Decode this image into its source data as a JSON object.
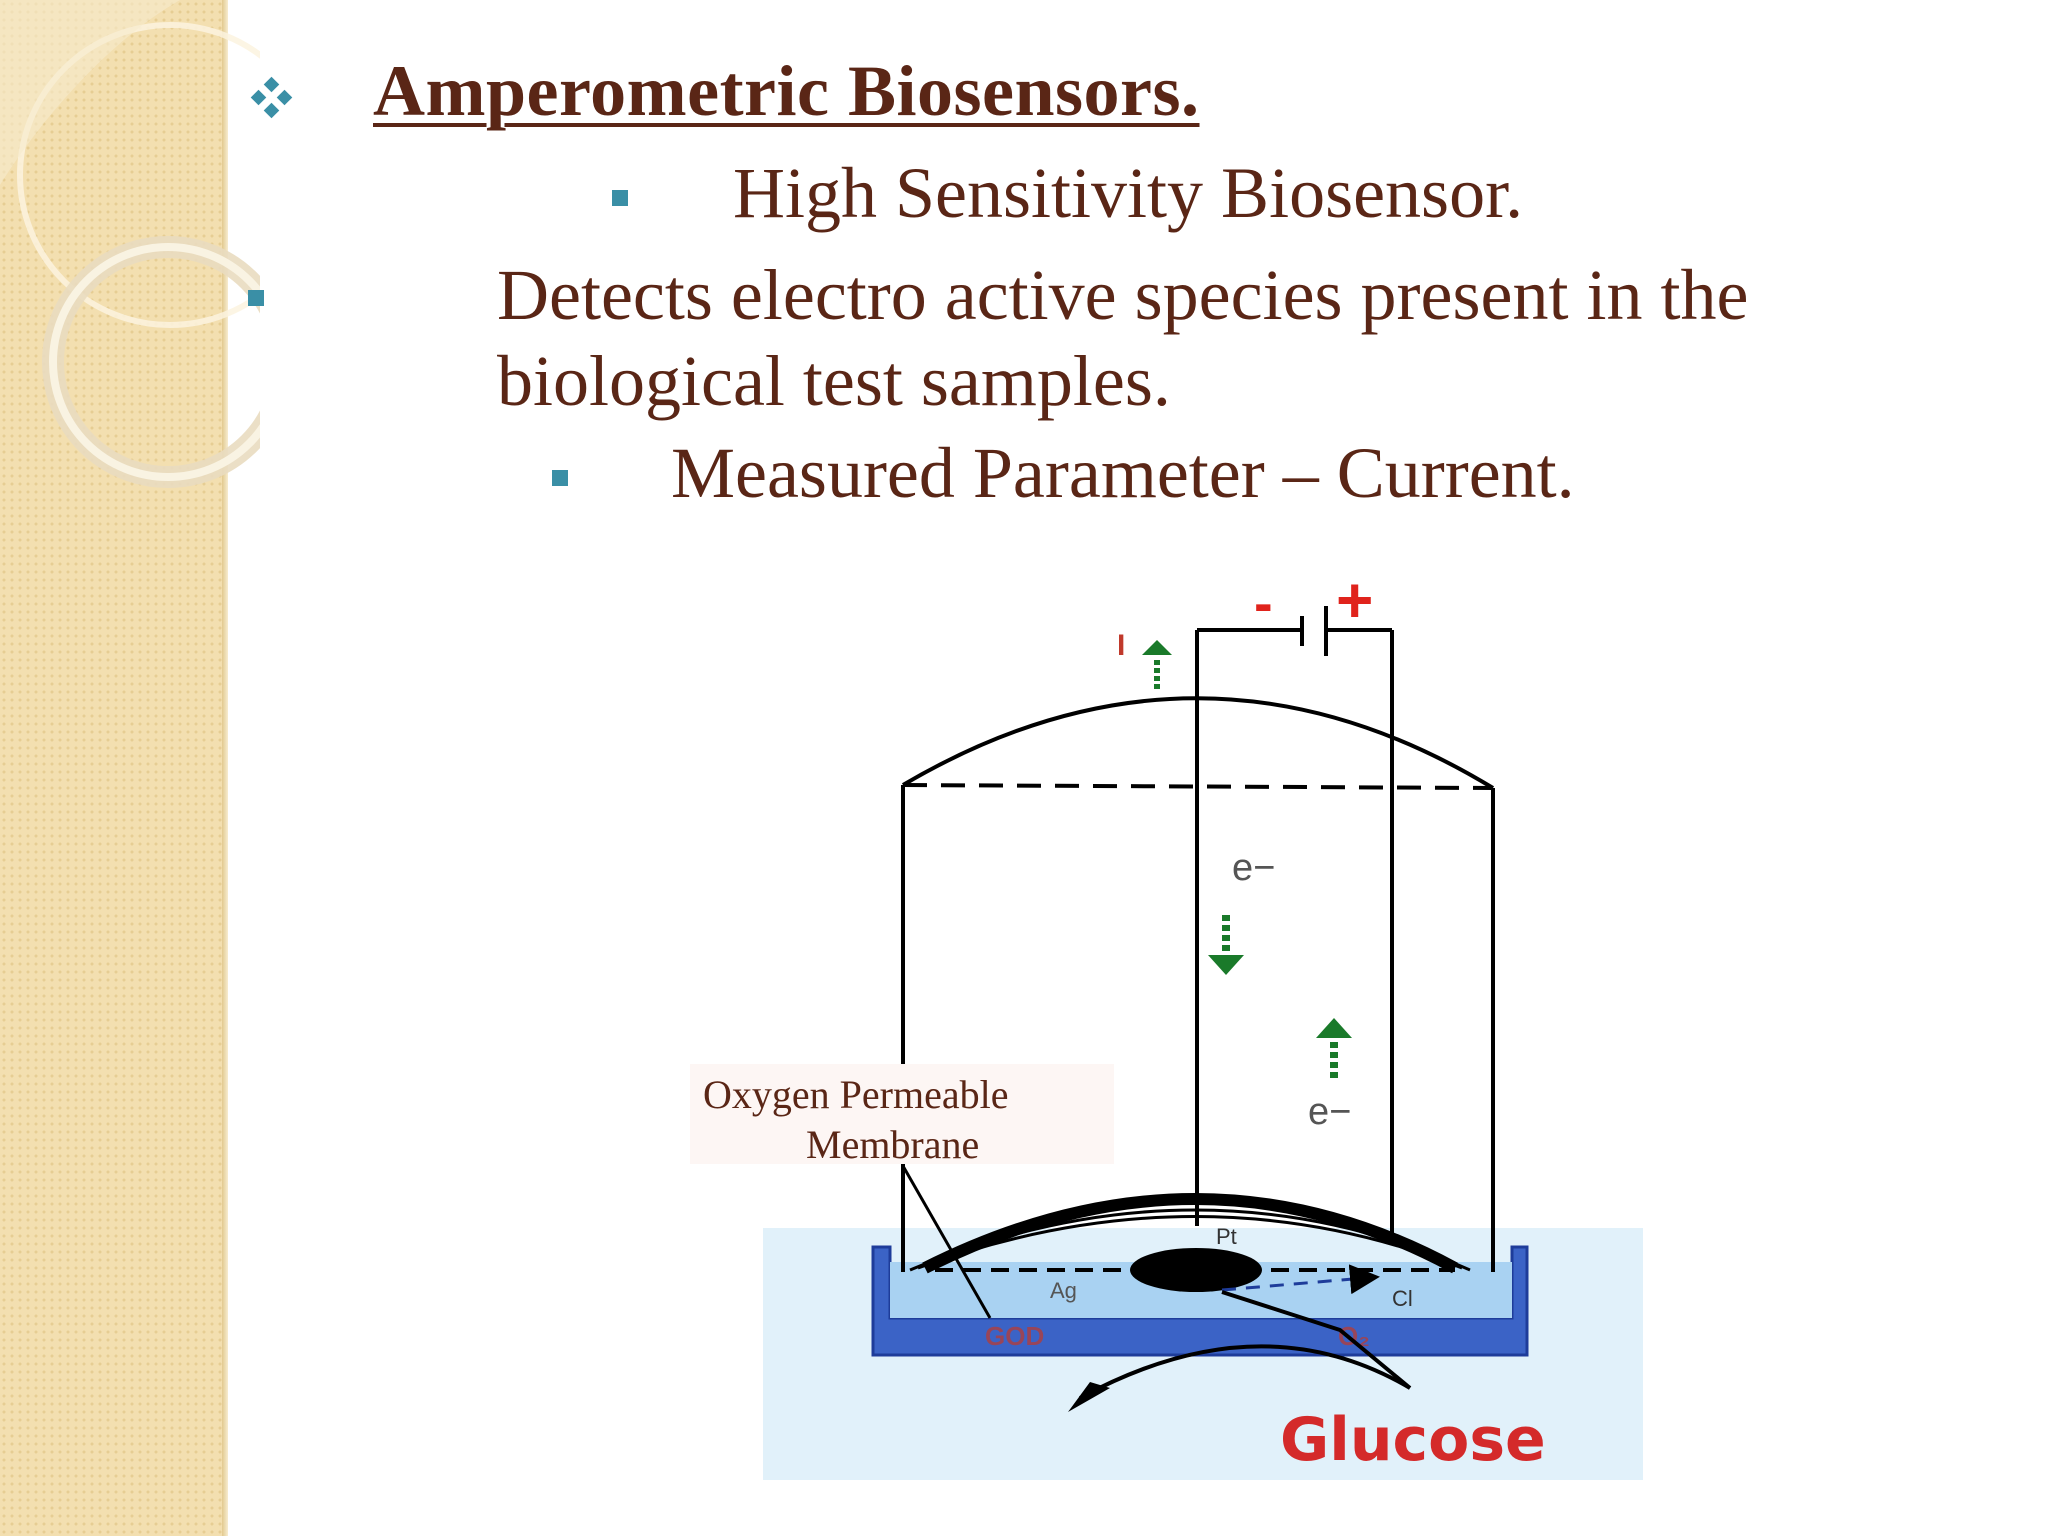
{
  "slide": {
    "title": "Amperometric Biosensors.",
    "bullets": [
      "High Sensitivity Biosensor.",
      "Detects electro active species present in the  biological test samples.",
      "Measured Parameter – Current."
    ]
  },
  "diagram": {
    "battery_minus": "-",
    "battery_plus": "+",
    "current_label": "I",
    "electron_label_1": "e−",
    "electron_label_2": "e−",
    "membrane_label_line1": "Oxygen Permeable",
    "membrane_label_line2": "Membrane",
    "pt_label": "Pt",
    "ag_label": "Ag",
    "cl_label": "Cl",
    "god_label": "GOD",
    "o2_label": "O₂",
    "glucose_label": "Glucose"
  },
  "colors": {
    "text": "#5a2616",
    "bullet": "#3a8fa6",
    "sidebar": "#f3dfb0",
    "arrow_green": "#1a7a2a",
    "battery_red": "#e0231c",
    "glucose_red": "#d42a2a",
    "solution_blue": "#e1f1fa",
    "cell_blue": "#3b63c6"
  },
  "icons": {
    "title_bullet": "four-diamond-bullet-icon",
    "item_bullet": "square-bullet-icon"
  }
}
